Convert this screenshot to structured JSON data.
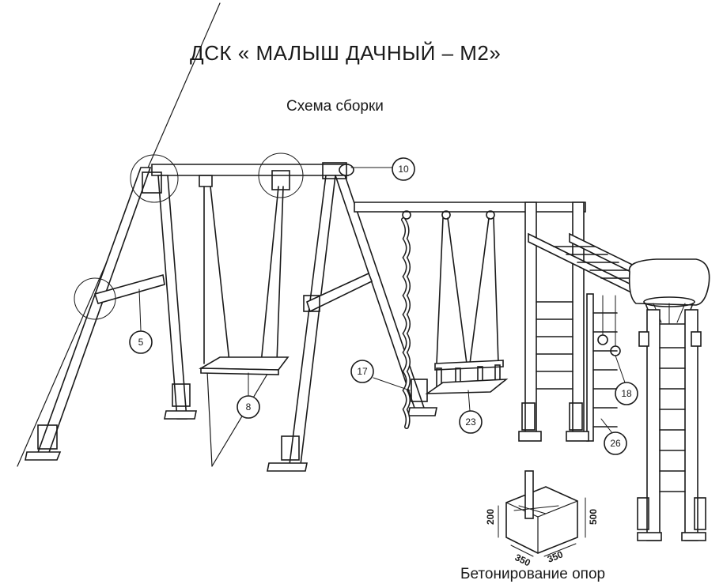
{
  "header": {
    "title": "ДСК « МАЛЫШ  ДАЧНЫЙ – М2»",
    "subtitle": "Схема сборки"
  },
  "footing": {
    "caption": "Бетонирование опор",
    "dims": [
      "200",
      "350",
      "350",
      "500"
    ]
  },
  "callouts": [
    {
      "id": "10",
      "label": "10"
    },
    {
      "id": "5",
      "label": "5"
    },
    {
      "id": "8",
      "label": "8"
    },
    {
      "id": "17",
      "label": "17"
    },
    {
      "id": "23",
      "label": "23"
    },
    {
      "id": "18",
      "label": "18"
    },
    {
      "id": "26",
      "label": "26"
    }
  ],
  "colors": {
    "ink": "#1a1a1a",
    "paper": "#ffffff"
  }
}
